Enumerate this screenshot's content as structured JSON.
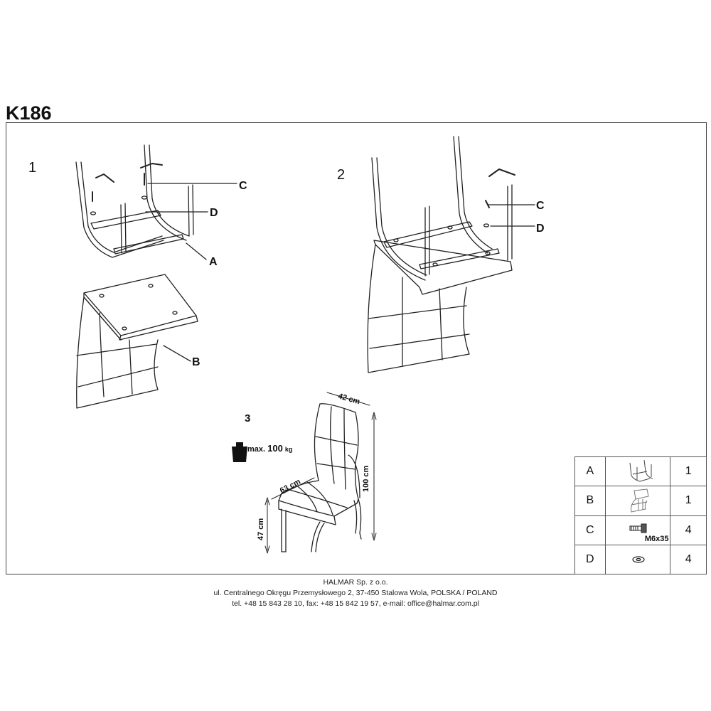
{
  "title": "K186",
  "steps": {
    "s1": "1",
    "s2": "2",
    "s3": "3"
  },
  "callouts": {
    "a": "A",
    "b": "B",
    "c1": "C",
    "d1": "D",
    "c2": "C",
    "d2": "D"
  },
  "load": {
    "prefix": "max.",
    "value": "100",
    "unit": "kg"
  },
  "dimensions": {
    "width": "42 cm",
    "depth": "63 cm",
    "height": "100 cm",
    "seat_height": "47 cm"
  },
  "parts": [
    {
      "code": "A",
      "qty": "1",
      "icon": "frame-icon",
      "note": ""
    },
    {
      "code": "B",
      "qty": "1",
      "icon": "seat-icon",
      "note": ""
    },
    {
      "code": "C",
      "qty": "4",
      "icon": "bolt-icon",
      "note": "M6x35"
    },
    {
      "code": "D",
      "qty": "4",
      "icon": "washer-icon",
      "note": ""
    }
  ],
  "footer": {
    "company": "HALMAR Sp. z o.o.",
    "address": "ul. Centralnego Okręgu Przemysłowego 2, 37-450 Stalowa Wola, POLSKA / POLAND",
    "contact": "tel. +48 15 843 28 10, fax: +48 15 842 19 57, e-mail: office@halmar.com.pl"
  }
}
